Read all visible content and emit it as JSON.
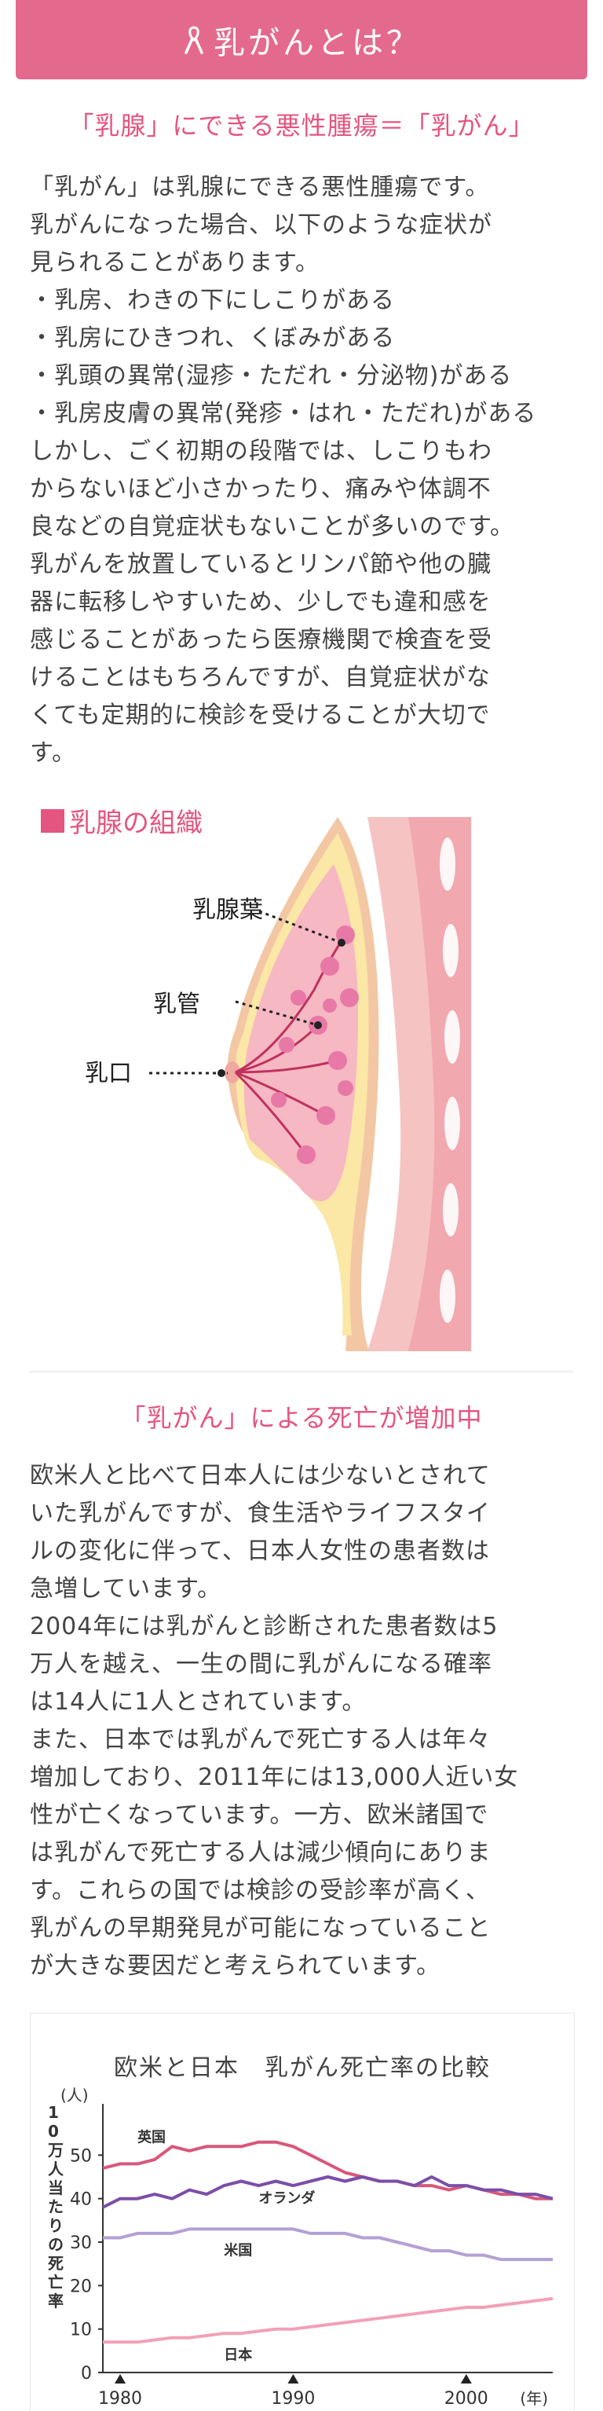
{
  "header": {
    "title": "乳がんとは？",
    "icon": "pink-ribbon-icon",
    "color": "#e46a8d"
  },
  "section1": {
    "heading": "「乳腺」にできる悪性腫瘍＝「乳がん」",
    "paragraph": "「乳がん」は乳腺にできる悪性腫瘍です。\n乳がんになった場合、以下のような症状が\n見られることがあります。\n・乳房、わきの下にしこりがある\n・乳房にひきつれ、くぼみがある\n・乳頭の異常(湿疹・ただれ・分泌物)がある\n・乳房皮膚の異常(発疹・はれ・ただれ)がある\nしかし、ごく初期の段階では、しこりもわ\nからないほど小さかったり、痛みや体調不\n良などの自覚症状もないことが多いのです。\n乳がんを放置しているとリンパ節や他の臓\n器に転移しやすいため、少しでも違和感を\n感じることがあったら医療機関で検査を受\nけることはもちろんですが、自覚症状がな\nくても定期的に検診を受けることが大切で\nす。"
  },
  "illustration": {
    "title": "乳腺の組織",
    "labels": {
      "lobule": "乳腺葉",
      "duct": "乳管",
      "nipple": "乳口"
    }
  },
  "section2": {
    "heading": "「乳がん」による死亡が増加中",
    "paragraph": "欧米人と比べて日本人には少ないとされて\nいた乳がんですが、食生活やライフスタイ\nルの変化に伴って、日本人女性の患者数は\n急増しています。\n2004年には乳がんと診断された患者数は5\n万人を越え、一生の間に乳がんになる確率\nは14人に1人とされています。\nまた、日本では乳がんで死亡する人は年々\n増加しており、2011年には13,000人近い女\n性が亡くなっています。一方、欧米諸国で\nは乳がんで死亡する人は減少傾向にありま\nす。これらの国では検診の受診率が高く、\n乳がんの早期発見が可能になっていること\nが大きな要因だと考えられています。"
  },
  "chart_data": {
    "type": "line",
    "title": "欧米と日本　乳がん死亡率の比較",
    "ylabel": "10万人当たりの死亡率",
    "yunit": "(人)",
    "xunit": "(年)",
    "xticks": [
      1980,
      1990,
      2000
    ],
    "yticks": [
      0,
      10,
      20,
      30,
      40,
      50
    ],
    "xlim": [
      1979,
      2005
    ],
    "ylim": [
      0,
      60
    ],
    "series": [
      {
        "name": "英国",
        "color": "#d9577a",
        "x": [
          1979,
          1980,
          1981,
          1982,
          1983,
          1984,
          1985,
          1986,
          1987,
          1988,
          1989,
          1990,
          1991,
          1992,
          1993,
          1994,
          1995,
          1996,
          1997,
          1998,
          1999,
          2000,
          2001,
          2002,
          2003,
          2004,
          2005
        ],
        "values": [
          47,
          48,
          48,
          49,
          52,
          51,
          52,
          52,
          52,
          53,
          53,
          52,
          50,
          48,
          46,
          45,
          44,
          44,
          43,
          43,
          42,
          43,
          42,
          41,
          41,
          40,
          40
        ]
      },
      {
        "name": "オランダ",
        "color": "#7b4fa8",
        "x": [
          1979,
          1980,
          1981,
          1982,
          1983,
          1984,
          1985,
          1986,
          1987,
          1988,
          1989,
          1990,
          1991,
          1992,
          1993,
          1994,
          1995,
          1996,
          1997,
          1998,
          1999,
          2000,
          2001,
          2002,
          2003,
          2004,
          2005
        ],
        "values": [
          38,
          40,
          40,
          41,
          40,
          42,
          41,
          43,
          44,
          43,
          44,
          43,
          44,
          45,
          44,
          45,
          44,
          44,
          43,
          45,
          43,
          43,
          42,
          42,
          41,
          41,
          40
        ]
      },
      {
        "name": "米国",
        "color": "#b3a0d4",
        "x": [
          1979,
          1980,
          1981,
          1982,
          1983,
          1984,
          1985,
          1986,
          1987,
          1988,
          1989,
          1990,
          1991,
          1992,
          1993,
          1994,
          1995,
          1996,
          1997,
          1998,
          1999,
          2000,
          2001,
          2002,
          2003,
          2004,
          2005
        ],
        "values": [
          31,
          31,
          32,
          32,
          32,
          33,
          33,
          33,
          33,
          33,
          33,
          33,
          32,
          32,
          32,
          31,
          31,
          30,
          29,
          28,
          28,
          27,
          27,
          26,
          26,
          26,
          26
        ]
      },
      {
        "name": "日本",
        "color": "#f2a0b8",
        "x": [
          1979,
          1980,
          1981,
          1982,
          1983,
          1984,
          1985,
          1986,
          1987,
          1988,
          1989,
          1990,
          1991,
          1992,
          1993,
          1994,
          1995,
          1996,
          1997,
          1998,
          1999,
          2000,
          2001,
          2002,
          2003,
          2004,
          2005
        ],
        "values": [
          7,
          7,
          7,
          7.5,
          8,
          8,
          8.5,
          9,
          9,
          9.5,
          10,
          10,
          10.5,
          11,
          11.5,
          12,
          12.5,
          13,
          13.5,
          14,
          14.5,
          15,
          15,
          15.5,
          16,
          16.5,
          17
        ]
      }
    ]
  }
}
